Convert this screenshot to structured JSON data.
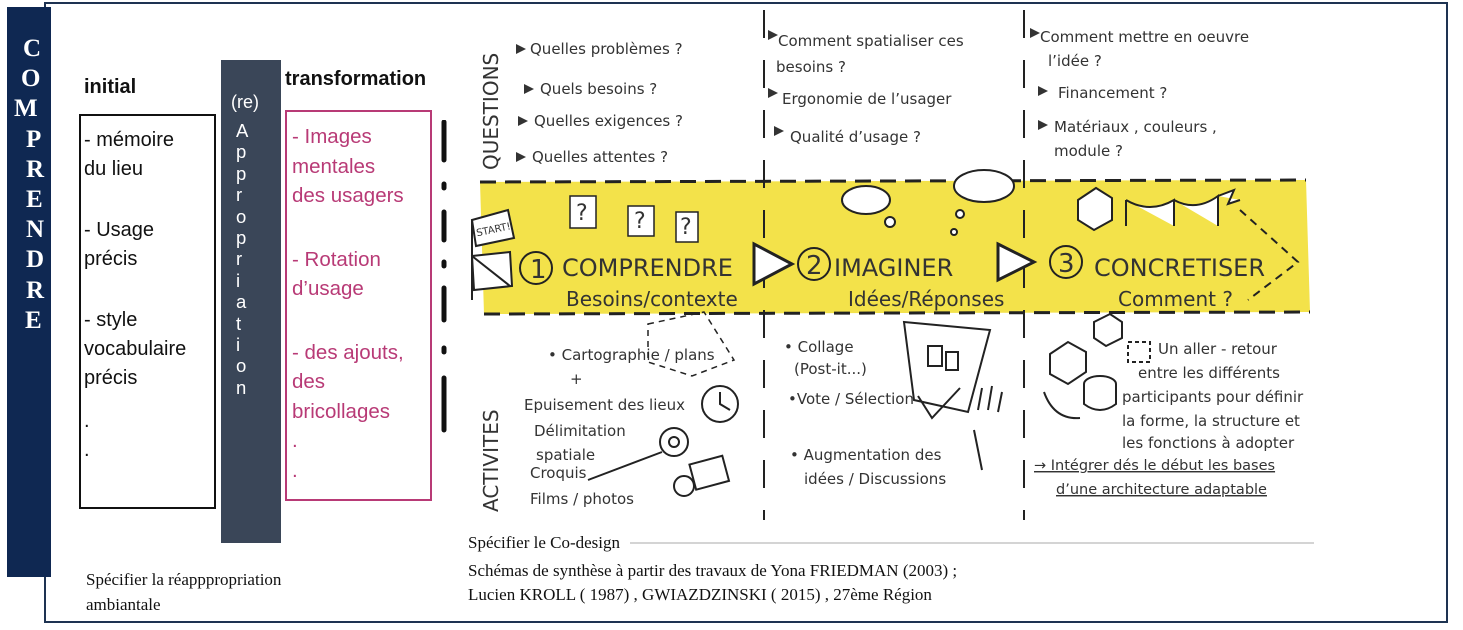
{
  "comprendre_bar": {
    "letters": [
      "C",
      "O",
      "M",
      "P",
      "R",
      "E",
      "N",
      "D",
      "R",
      "E"
    ]
  },
  "initial": {
    "heading": "initial",
    "items": [
      "- mémoire\ndu lieu",
      "- Usage\nprécis",
      "- style\nvocabulaire\nprécis",
      ".\n."
    ]
  },
  "appropriation": {
    "prefix": "(re)",
    "letters": [
      "A",
      "p",
      "p",
      "r",
      "o",
      "p",
      "r",
      "i",
      "a",
      "t",
      "i",
      "o",
      "n"
    ]
  },
  "transformation": {
    "heading": "transformation",
    "items": [
      "- Images\nmentales\ndes usagers",
      "- Rotation\nd’usage",
      "- des ajouts,\ndes\nbricollages",
      ".\n."
    ]
  },
  "sketch": {
    "questions_label": "QUESTIONS",
    "activites_label": "ACTIVITES",
    "start_label": "START!",
    "col1_questions": [
      "Quelles problèmes ?",
      "Quels besoins ?",
      "Quelles exigences ?",
      "Quelles attentes ?"
    ],
    "col2_questions": [
      "Comment spatialiser ces",
      "besoins ?",
      "Ergonomie de l’usager",
      "Qualité d’usage ?"
    ],
    "col3_questions": [
      "Comment mettre en oeuvre",
      "l’idée ?",
      "Financement ?",
      "Matériaux , couleurs ,",
      "module ?"
    ],
    "steps": [
      {
        "number": "1",
        "title": "COMPRENDRE",
        "subtitle": "Besoins/contexte"
      },
      {
        "number": "2",
        "title": "IMAGINER",
        "subtitle": "Idées/Réponses"
      },
      {
        "number": "3",
        "title": "CONCRETISER",
        "subtitle": "Comment ?"
      }
    ],
    "col1_activities": [
      "• Cartographie / plans",
      "+",
      "Epuisement des lieux",
      "Délimitation",
      "spatiale",
      "Croquis",
      "Films / photos"
    ],
    "col2_activities": [
      "• Collage",
      "(Post-it...)",
      "•Vote / Sélection",
      "• Augmentation des",
      "idées / Discussions"
    ],
    "col3_activities": [
      "Un aller - retour",
      "entre les différents",
      "participants pour définir",
      "la forme, la structure et",
      "les fonctions à adopter"
    ],
    "col3_note": [
      "→ Intégrer dés le début les bases",
      "d’une architecture adaptable"
    ]
  },
  "captions": {
    "codesign": "Spécifier le Co-design",
    "source_line1": "Schémas de  synthèse à partir des travaux de Yona FRIEDMAN (2003) ;",
    "source_line2": "Lucien KROLL ( 1987) , GWIAZDZINSKI ( 2015) , 27ème Région",
    "reappropriation_line1": "Spécifier la réapppropriation",
    "reappropriation_line2": "ambiantale"
  },
  "colors": {
    "navy": "#0f2852",
    "slate": "#3a4658",
    "magenta": "#b83a76",
    "highlight": "#f3e24a"
  }
}
